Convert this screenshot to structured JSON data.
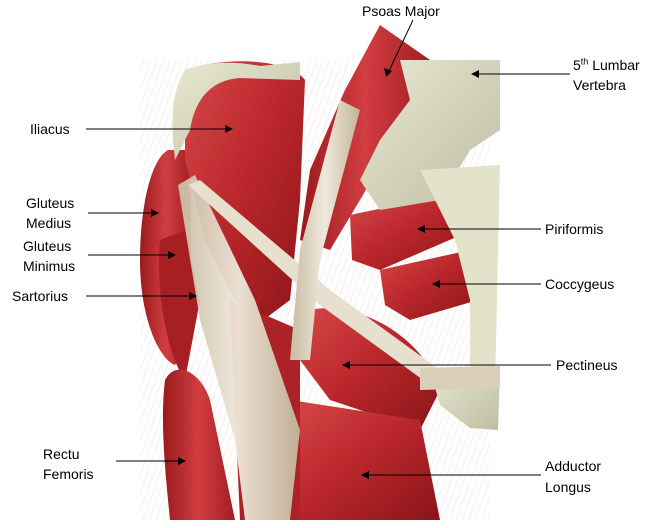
{
  "labels": {
    "psoas_major": "Psoas Major",
    "lumbar_num": "5",
    "lumbar_sup": "th",
    "lumbar_1": "Lumbar",
    "lumbar_2": "Vertebra",
    "iliacus": "Iliacus",
    "gluteus_medius_1": "Gluteus",
    "gluteus_medius_2": "Medius",
    "gluteus_minimus_1": "Gluteus",
    "gluteus_minimus_2": "Minimus",
    "sartorius": "Sartorius",
    "piriformis": "Piriformis",
    "coccygeus": "Coccygeus",
    "pectineus": "Pectineus",
    "rectus_femoris_1": "Rectu",
    "rectus_femoris_2": "Femoris",
    "adductor_longus_1": "Adductor",
    "adductor_longus_2": "Longus"
  },
  "colors": {
    "muscle": "#c0282a",
    "muscle_dark": "#8e1618",
    "muscle_light": "#e0575a",
    "tendon": "#ddd3c0",
    "bone": "#dcdcc2",
    "leader": "#000000"
  }
}
